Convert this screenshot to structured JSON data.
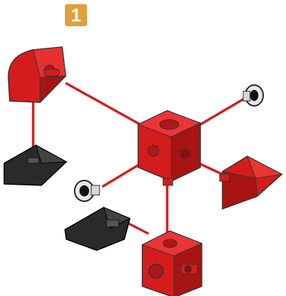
{
  "step": {
    "number": "1",
    "badge_color": "#e0a03c"
  },
  "colors": {
    "red": "#d41c1c",
    "red_dark": "#9c1010",
    "red_light": "#f04040",
    "black": "#2a2a2a",
    "connector": "#e8e8e8"
  },
  "parts": [
    {
      "name": "angled-red-block",
      "color": "red"
    },
    {
      "name": "black-wedge-left",
      "color": "black"
    },
    {
      "name": "red-center-cube",
      "color": "red"
    },
    {
      "name": "white-peg-right",
      "color": "white"
    },
    {
      "name": "white-peg-left",
      "color": "white"
    },
    {
      "name": "red-wedge-right",
      "color": "red"
    },
    {
      "name": "black-wedge-lower",
      "color": "black"
    },
    {
      "name": "red-lower-cube",
      "color": "red"
    }
  ]
}
